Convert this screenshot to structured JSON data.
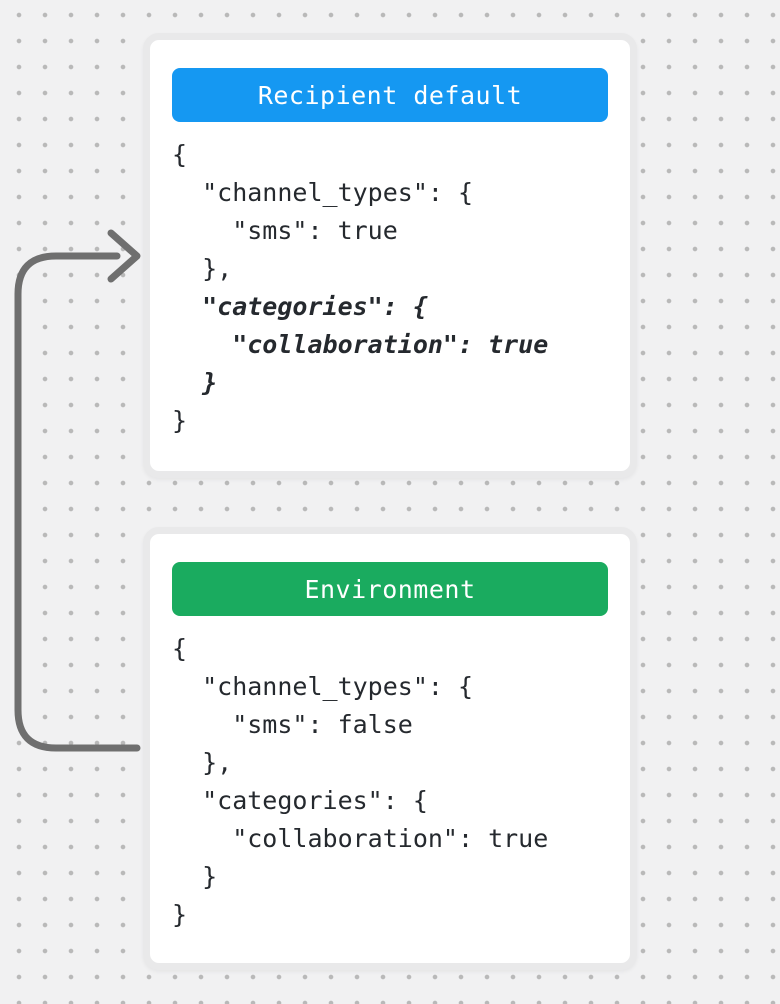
{
  "canvas": {
    "background": "#f1f1f2",
    "dot_color": "#b9b9b9"
  },
  "arrow": {
    "color": "#6f6f6f",
    "description": "loops from Environment card left side up into Recipient default card"
  },
  "cards": [
    {
      "title": "Recipient default",
      "accent": "#1598f2",
      "code_lines": [
        {
          "t": "{",
          "em": ""
        },
        {
          "t": "  \"channel_types\": {",
          "em": ""
        },
        {
          "t": "    \"sms\": true",
          "em": ""
        },
        {
          "t": "  },",
          "em": ""
        },
        {
          "t": "  \"categories\": {",
          "em": "em"
        },
        {
          "t": "    \"collaboration\": true",
          "em": "em"
        },
        {
          "t": "  }",
          "em": "em"
        },
        {
          "t": "}",
          "em": ""
        }
      ]
    },
    {
      "title": "Environment",
      "accent": "#1aab5f",
      "code_lines": [
        {
          "t": "{",
          "em": ""
        },
        {
          "t": "  \"channel_types\": {",
          "em": ""
        },
        {
          "t": "    \"sms\": false",
          "em": ""
        },
        {
          "t": "  },",
          "em": ""
        },
        {
          "t": "  \"categories\": {",
          "em": ""
        },
        {
          "t": "    \"collaboration\": true",
          "em": ""
        },
        {
          "t": "  }",
          "em": ""
        },
        {
          "t": "}",
          "em": ""
        }
      ]
    }
  ]
}
